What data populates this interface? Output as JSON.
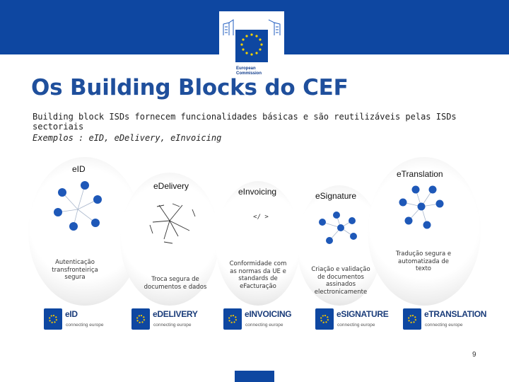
{
  "header": {
    "brand_color": "#0e47a1",
    "logo_icon": "european-commission-logo",
    "org_line1": "European",
    "org_line2": "Commission"
  },
  "slide": {
    "title": "Os Building Blocks do CEF",
    "subtitle": "Building block ISDs fornecem funcionalidades básicas e são reutilizáveis pelas ISDs sectoriais",
    "examples": "Exemplos : eID, eDelivery, eInvoicing"
  },
  "blocks": [
    {
      "label": "eID",
      "description": "Autenticação transfronteiriça segura",
      "icon": "network-nodes-icon"
    },
    {
      "label": "eDelivery",
      "description": "Troca segura de documentos e dados",
      "icon": "spoke-arrows-icon"
    },
    {
      "label": "eInvoicing",
      "description": "Conformidade com as normas da UE e standards de eFacturação",
      "icon": "code-tag-icon",
      "glyph": "</ >"
    },
    {
      "label": "eSignature",
      "description": "Criação e validação de documentos assinados electronicamente",
      "icon": "network-nodes-icon"
    },
    {
      "label": "eTranslation",
      "description": "Tradução segura e automatizada de texto",
      "icon": "network-nodes-icon"
    }
  ],
  "badges": [
    {
      "name": "eID",
      "tagline": "connecting europe"
    },
    {
      "name": "eDELIVERY",
      "tagline": "connecting europe"
    },
    {
      "name": "eINVOICING",
      "tagline": "connecting europe"
    },
    {
      "name": "eSIGNATURE",
      "tagline": "connecting europe"
    },
    {
      "name": "eTRANSLATION",
      "tagline": "connecting europe"
    }
  ],
  "footer": {
    "page_number": "9"
  }
}
